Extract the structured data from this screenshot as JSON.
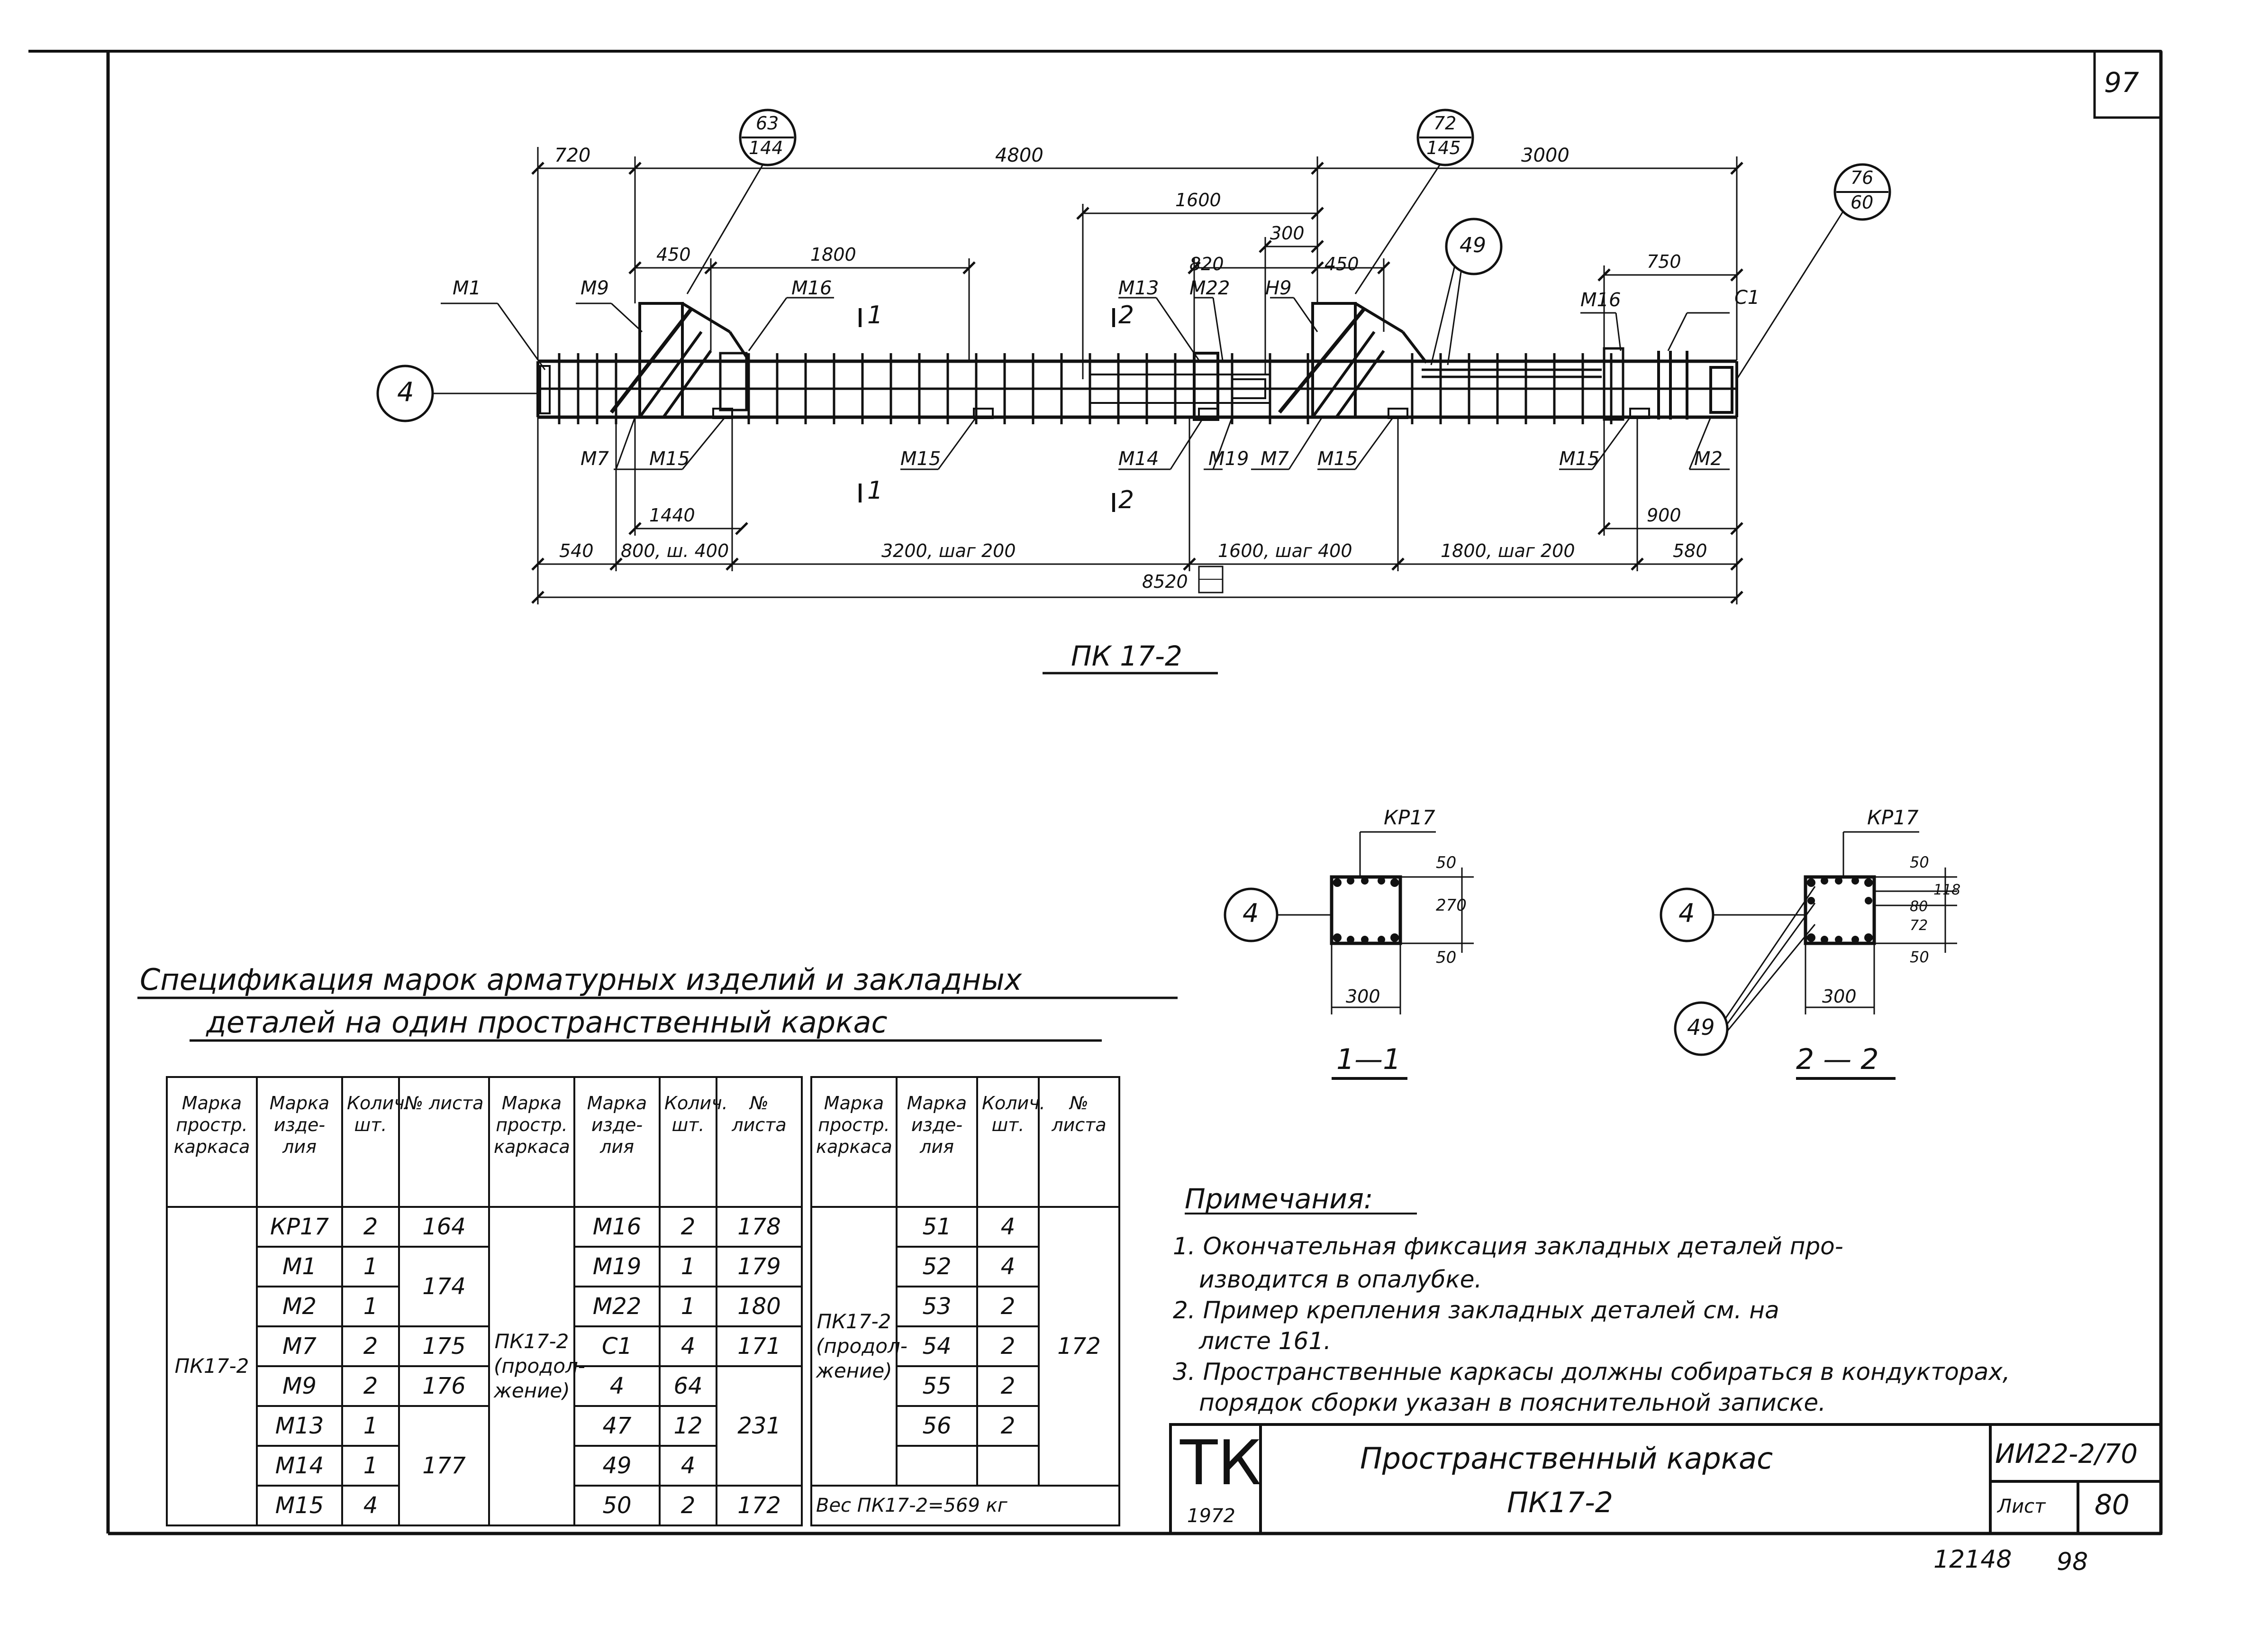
{
  "sheet_corner_number": "97",
  "drawing_title": "ПК 17-2",
  "plan": {
    "top_dims": [
      "720",
      "4800",
      "3000"
    ],
    "mid_dims": [
      "450",
      "1800",
      "1600",
      "820",
      "300",
      "450",
      "750"
    ],
    "bottom_dims": [
      "1440",
      "900",
      "540",
      "800, ш. 400",
      "3200, шаг 200",
      "1600, шаг 400",
      "1800, шаг 200",
      "580",
      "8520"
    ],
    "circle_refs": [
      {
        "top": "63",
        "bottom": "144"
      },
      {
        "top": "72",
        "bottom": "145"
      },
      {
        "top": "76",
        "bottom": "60"
      }
    ],
    "bubbles": [
      "4",
      "49"
    ],
    "labels_top": [
      "М1",
      "М9",
      "М16",
      "М13",
      "М22",
      "Н9",
      "М16",
      "С1"
    ],
    "labels_bottom": [
      "М7",
      "М15",
      "М15",
      "М14",
      "М19",
      "М7",
      "М15",
      "М15",
      "М2"
    ],
    "section_marks": [
      "1",
      "2",
      "1",
      "2"
    ]
  },
  "sections": [
    {
      "title": "1—1",
      "label": "КР17",
      "bubble": "4",
      "dims": [
        "50",
        "270",
        "50",
        "300"
      ]
    },
    {
      "title": "2 — 2",
      "label": "КР17",
      "bubble": "4",
      "bubble2": "49",
      "dims": [
        "50",
        "80",
        "72",
        "118",
        "50",
        "300"
      ]
    }
  ],
  "spec": {
    "title_line1": "Спецификация марок арматурных изделий и закладных",
    "title_line2": "деталей на один пространственный каркас",
    "headers": [
      "Марка простр. каркаса",
      "Марка изде- лия",
      "Колич. шт.",
      "№ листа"
    ],
    "block1": {
      "frame": "ПК17-2",
      "rows": [
        [
          "КР17",
          "2",
          "164"
        ],
        [
          "М1",
          "1",
          "174"
        ],
        [
          "М2",
          "1",
          ""
        ],
        [
          "М7",
          "2",
          "175"
        ],
        [
          "М9",
          "2",
          "176"
        ],
        [
          "М13",
          "1",
          "177"
        ],
        [
          "М14",
          "1",
          ""
        ],
        [
          "М15",
          "4",
          ""
        ]
      ]
    },
    "block2": {
      "frame": "ПК17-2 (продол- жение)",
      "rows": [
        [
          "М16",
          "2",
          "178"
        ],
        [
          "М19",
          "1",
          "179"
        ],
        [
          "М22",
          "1",
          "180"
        ],
        [
          "С1",
          "4",
          "171"
        ],
        [
          "4",
          "64",
          "231"
        ],
        [
          "47",
          "12",
          ""
        ],
        [
          "49",
          "4",
          ""
        ],
        [
          "50",
          "2",
          "172"
        ]
      ]
    },
    "block3": {
      "frame": "ПК17-2 (продол- жение)",
      "rows": [
        [
          "51",
          "4",
          "172"
        ],
        [
          "52",
          "4",
          ""
        ],
        [
          "53",
          "2",
          ""
        ],
        [
          "54",
          "2",
          ""
        ],
        [
          "55",
          "2",
          ""
        ],
        [
          "56",
          "2",
          ""
        ],
        [
          "",
          "",
          ""
        ]
      ],
      "weight": "Вес ПК17-2=569 кг"
    }
  },
  "notes": {
    "title": "Примечания:",
    "items": [
      "1. Окончательная фиксация закладных деталей про-",
      "изводится в опалубке.",
      "2. Пример крепления закладных деталей см. на",
      "листе 161.",
      "3. Пространственные каркасы должны собираться в кондукторах,",
      "порядок сборки указан в пояснительной записке."
    ]
  },
  "title_block": {
    "logo": "ТК",
    "year": "1972",
    "name_line1": "Пространственный каркас",
    "name_line2": "ПК17-2",
    "series": "ИИ22-2/70",
    "sheet_label": "Лист",
    "sheet_no": "80"
  },
  "bottom_numbers": [
    "12148",
    "98"
  ]
}
